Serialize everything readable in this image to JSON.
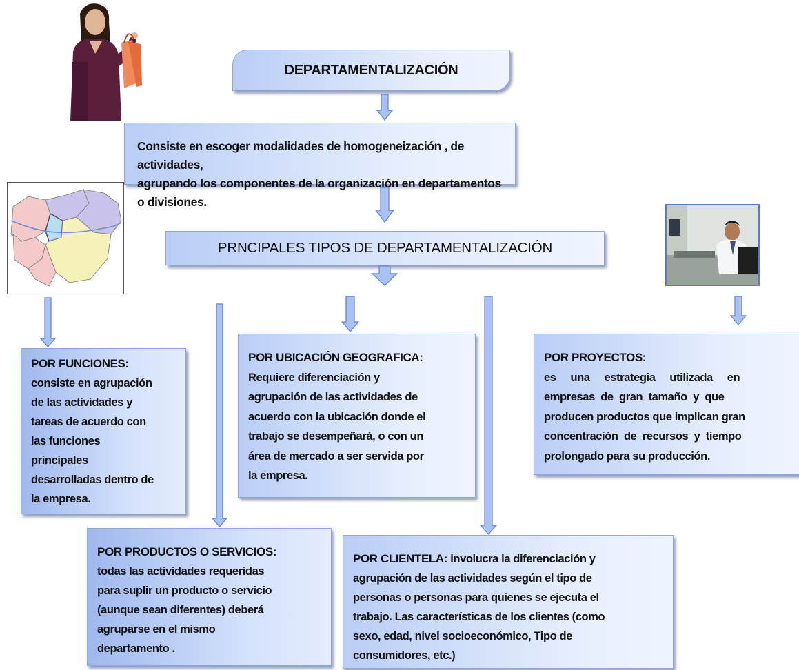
{
  "title": "DEPARTAMENTALIZACIÓN",
  "definition": [
    "Consiste en escoger modalidades de homogeneización , de actividades,",
    "agrupando los componentes de la organización en departamentos o divisiones."
  ],
  "types_title": "PRNCIPALES TIPOS  DE DEPARTAMENTALIZACIÓN",
  "funciones": {
    "heading": "POR FUNCIONES:",
    "lines": [
      "consiste en agrupación",
      "de las actividades y",
      "tareas de acuerdo con",
      "las funciones",
      "principales",
      "desarrolladas dentro de",
      "la empresa."
    ]
  },
  "ubicacion": {
    "heading": "POR UBICACIÓN GEOGRAFICA:",
    "lines": [
      "Requiere diferenciación y",
      "agrupación  de las actividades de",
      "acuerdo con la ubicación donde el",
      "trabajo se desempeñará, o con un",
      "área de mercado a ser servida por",
      "la empresa."
    ]
  },
  "proyectos": {
    "heading": "POR PROYECTOS:",
    "lines": [
      "es     una     estrategia     utilizada     en",
      "empresas  de  gran  tamaño  y  que",
      "producen productos que implican gran",
      "concentración  de  recursos  y  tiempo",
      "prolongado para su producción."
    ]
  },
  "productos": {
    "heading": "POR PRODUCTOS O SERVICIOS:",
    "lines": [
      "todas las actividades requeridas",
      "para suplir un producto o servicio",
      "(aunque sean  diferentes) deberá",
      "agruparse en el mismo",
      "departamento ."
    ]
  },
  "clientela": {
    "heading": "POR CLIENTELA:",
    "first_line_rest": " involucra la  diferenciación y",
    "lines": [
      "agrupación de las actividades según el tipo de",
      "personas o personas para quienes se ejecuta el",
      "trabajo. Las características de los clientes (como",
      "sexo, edad, nivel socioeconómico, Tipo de",
      "consumidores, etc.)"
    ]
  },
  "colors": {
    "box_start": "#b9cdf6",
    "box_end": "#eff4ff",
    "border": "#8aa6e0",
    "arrow_fill": "#a9c1f3",
    "arrow_stroke": "#5f81cf"
  }
}
